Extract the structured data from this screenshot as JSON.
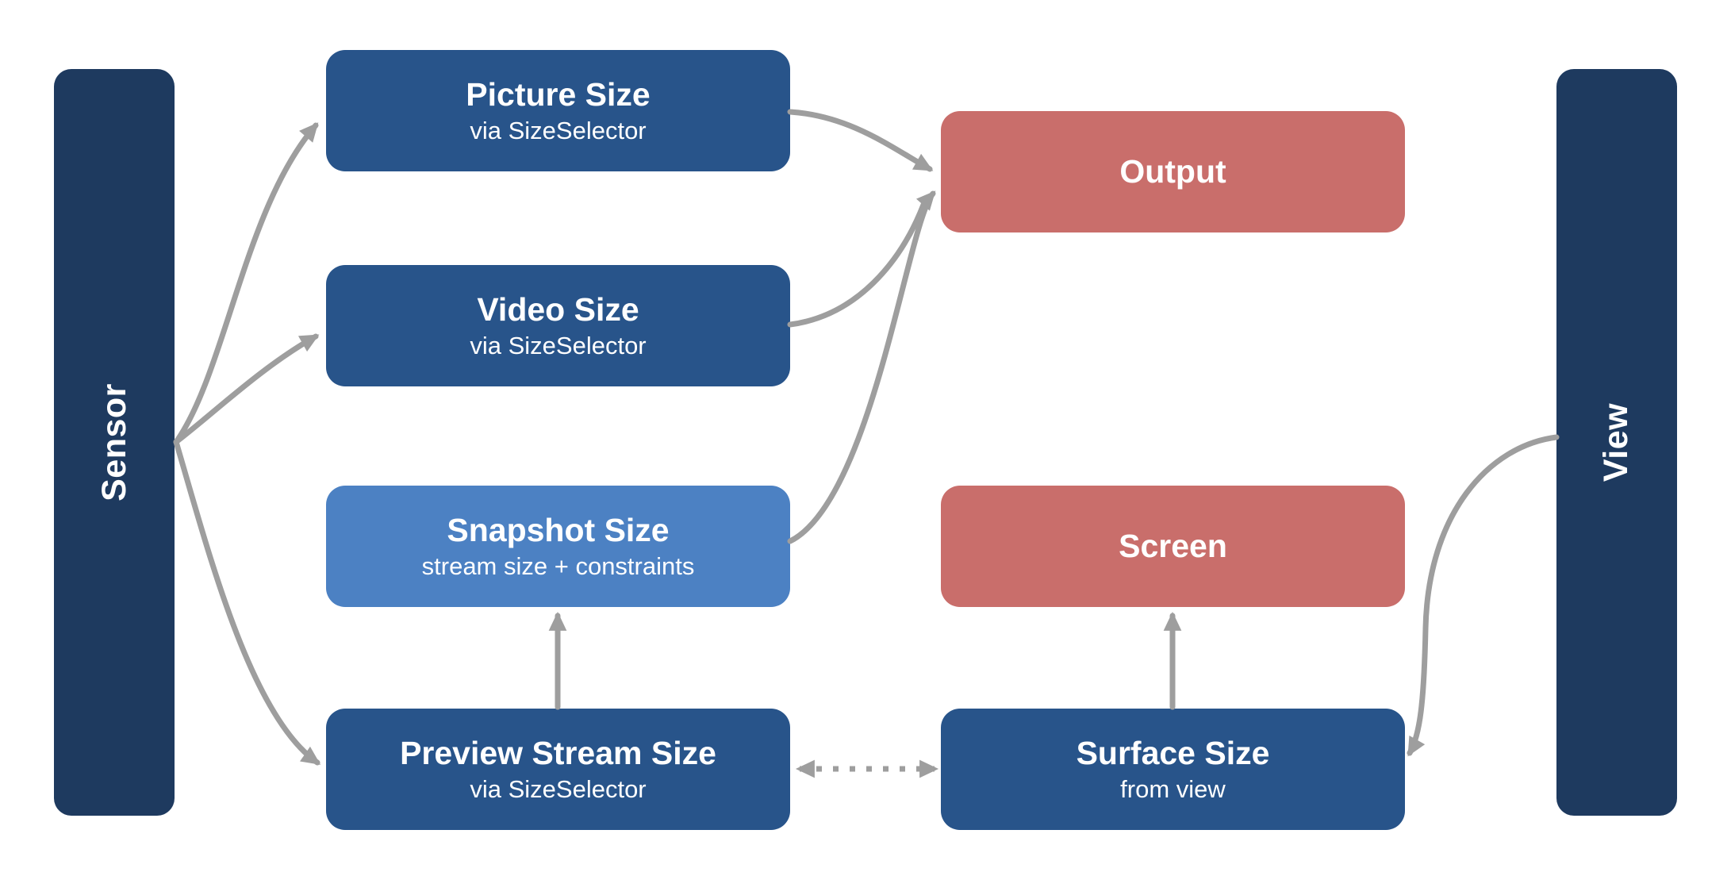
{
  "diagram": {
    "colors": {
      "background": "#ffffff",
      "navy": "#1e3a5f",
      "box_blue": "#28548a",
      "box_light_blue": "#4c81c3",
      "box_red": "#c96e6b",
      "arrow": "#9e9e9e",
      "text": "#ffffff"
    },
    "lanes": {
      "sensor": {
        "label": "Sensor"
      },
      "view": {
        "label": "View"
      }
    },
    "nodes": {
      "picture_size": {
        "title": "Picture Size",
        "subtitle": "via SizeSelector",
        "color": "blue"
      },
      "video_size": {
        "title": "Video Size",
        "subtitle": "via SizeSelector",
        "color": "blue"
      },
      "snapshot_size": {
        "title": "Snapshot Size",
        "subtitle": "stream size + constraints",
        "color": "light-blue"
      },
      "preview_stream_size": {
        "title": "Preview Stream Size",
        "subtitle": "via SizeSelector",
        "color": "blue"
      },
      "output": {
        "title": "Output",
        "color": "red"
      },
      "screen": {
        "title": "Screen",
        "color": "red"
      },
      "surface_size": {
        "title": "Surface Size",
        "subtitle": "from view",
        "color": "blue"
      }
    },
    "edges": [
      {
        "from": "sensor",
        "to": "picture_size",
        "line": "solid",
        "arrows": "forward"
      },
      {
        "from": "sensor",
        "to": "video_size",
        "line": "solid",
        "arrows": "forward"
      },
      {
        "from": "sensor",
        "to": "preview_stream_size",
        "line": "solid",
        "arrows": "forward"
      },
      {
        "from": "picture_size",
        "to": "output",
        "line": "solid",
        "arrows": "forward"
      },
      {
        "from": "video_size",
        "to": "output",
        "line": "solid",
        "arrows": "forward"
      },
      {
        "from": "snapshot_size",
        "to": "output",
        "line": "solid",
        "arrows": "forward"
      },
      {
        "from": "preview_stream_size",
        "to": "snapshot_size",
        "line": "solid",
        "arrows": "forward"
      },
      {
        "from": "preview_stream_size",
        "to": "surface_size",
        "line": "dotted",
        "arrows": "both"
      },
      {
        "from": "surface_size",
        "to": "screen",
        "line": "solid",
        "arrows": "forward"
      },
      {
        "from": "view",
        "to": "surface_size",
        "line": "solid",
        "arrows": "forward"
      }
    ]
  }
}
